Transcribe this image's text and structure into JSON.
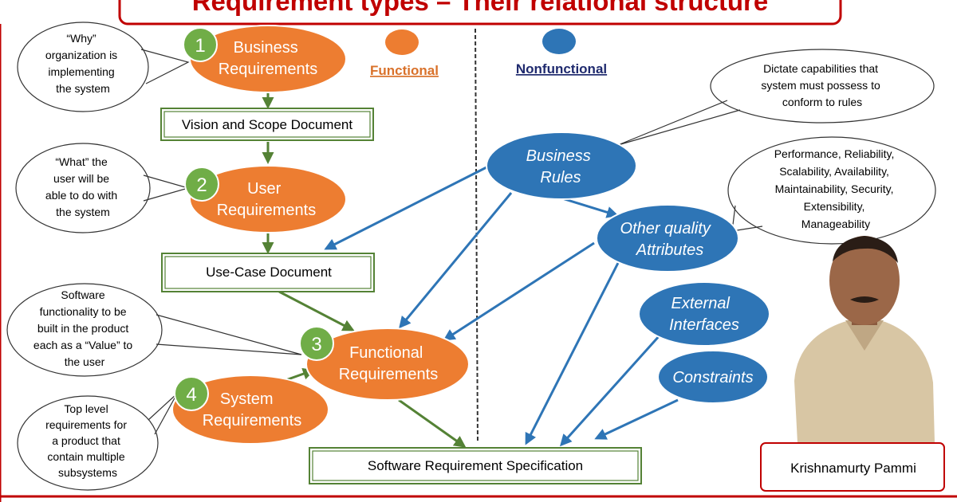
{
  "title": "Requirement types – Their relational structure",
  "legend": {
    "functional": "Functional",
    "nonfunctional": "Nonfunctional"
  },
  "colors": {
    "functional": "#ed7d31",
    "nonfunctional": "#2e75b6",
    "number_badge": "#70ad47",
    "green_arrow": "#548235",
    "blue_arrow": "#2e75b6",
    "title_red": "#c00000"
  },
  "functional_nodes": [
    {
      "number": "1",
      "lines": [
        "Business",
        "Requirements"
      ]
    },
    {
      "number": "2",
      "lines": [
        "User",
        "Requirements"
      ]
    },
    {
      "number": "3",
      "lines": [
        "Functional",
        "Requirements"
      ]
    },
    {
      "number": "4",
      "lines": [
        "System",
        "Requirements"
      ]
    }
  ],
  "nonfunctional_nodes": [
    {
      "lines": [
        "Business",
        "Rules"
      ]
    },
    {
      "lines": [
        "Other quality",
        "Attributes"
      ]
    },
    {
      "lines": [
        "External",
        "Interfaces"
      ]
    },
    {
      "lines": [
        "Constraints"
      ]
    }
  ],
  "documents": [
    "Vision and Scope Document",
    "Use-Case Document",
    "Software  Requirement  Specification"
  ],
  "callouts": [
    {
      "lines": [
        "“Why”",
        "organization is",
        "implementing",
        "the system"
      ]
    },
    {
      "lines": [
        "“What” the",
        "user will be",
        "able to do with",
        "the system"
      ]
    },
    {
      "lines": [
        "Software",
        "functionality to be",
        "built in the product",
        "each as a “Value” to",
        "the user"
      ]
    },
    {
      "lines": [
        "Top level",
        "requirements for",
        "a product that",
        "contain multiple",
        "subsystems"
      ]
    },
    {
      "lines": [
        "Dictate capabilities that",
        "system must possess to",
        "conform to rules"
      ]
    },
    {
      "lines": [
        "Performance, Reliability,",
        "Scalability, Availability,",
        "Maintainability, Security,",
        "Extensibility,",
        "Manageability"
      ]
    }
  ],
  "author": {
    "name": "Krishnamurty  Pammi",
    "photo_icon": "person-photo-icon"
  }
}
